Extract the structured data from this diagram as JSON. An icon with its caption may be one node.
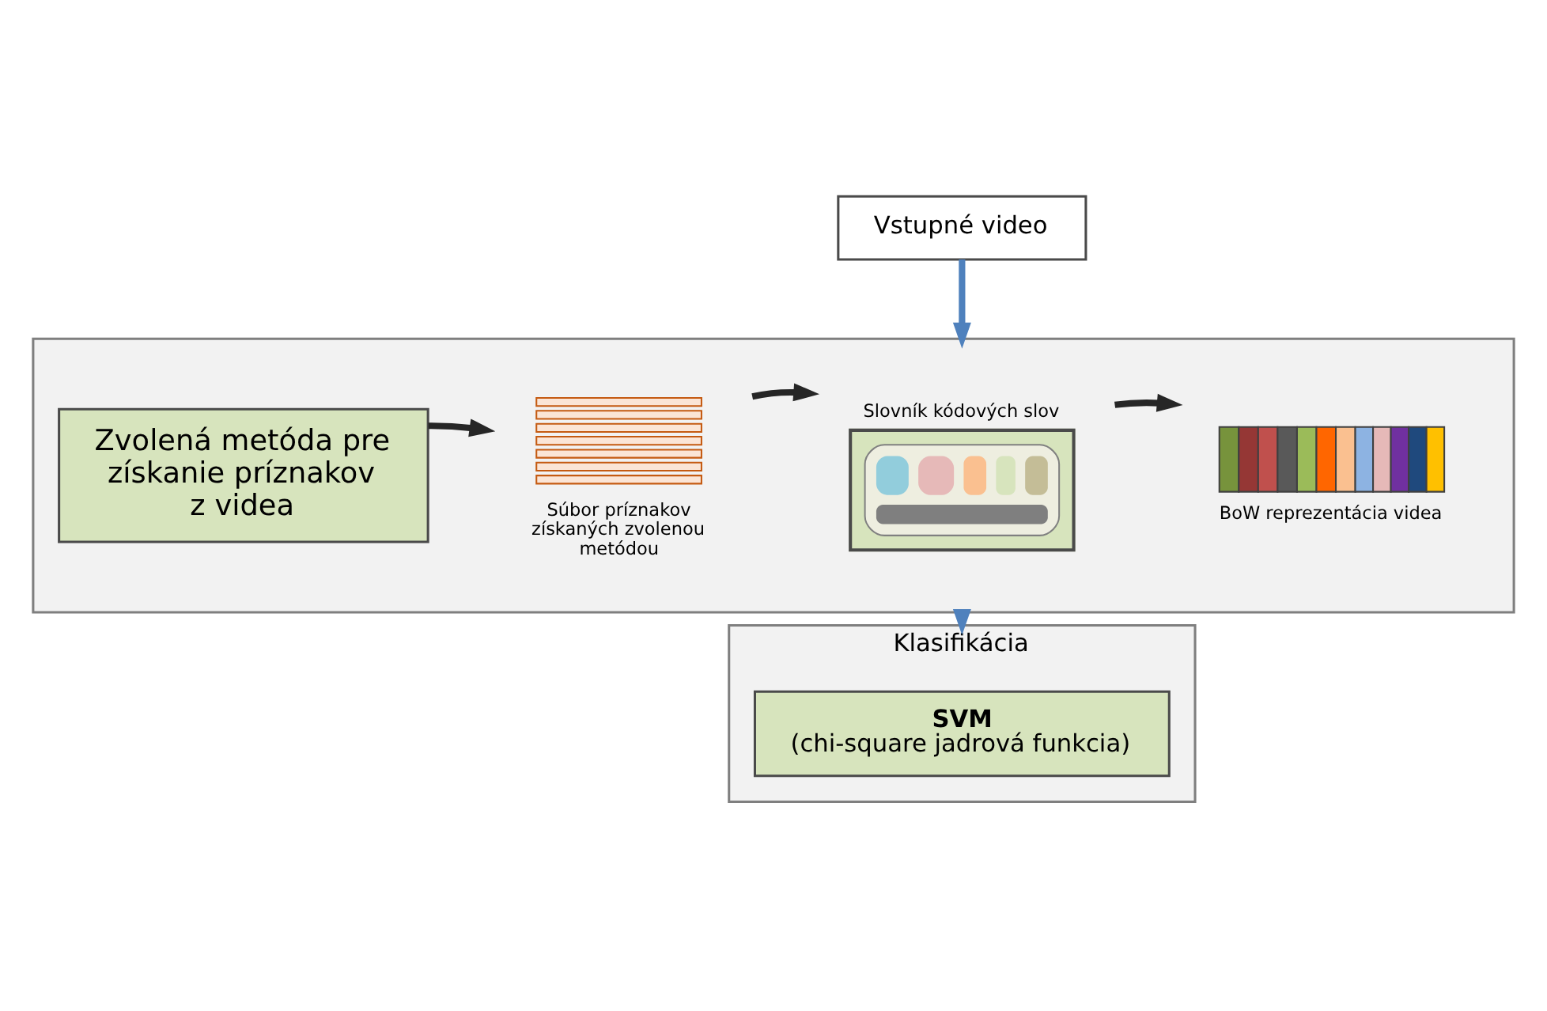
{
  "diagram": {
    "nodes": [
      {
        "text": [
          "Vstupné video"
        ]
      },
      {
        "text": [],
        "shape": "box"
      },
      {
        "text": [
          "Zvolená metóda pre získanie príznakov z videa"
        ],
        "in": 1
      },
      {
        "text": [
          "Súbor príznakov získaných zvolenou metódou"
        ],
        "in": 1
      },
      {
        "text": [
          "Slovník kódových slov"
        ],
        "in": 1
      },
      {
        "text": [
          "BoW reprezentácia videa"
        ],
        "in": 1
      },
      {
        "text": [
          "Klasifikácia"
        ]
      },
      {
        "text": [
          "SVM",
          "(chi-square jadrová funkcia)"
        ],
        "in": 6
      }
    ],
    "edges": [
      {
        "from": 0,
        "to": 1,
        "arrow": "to",
        "color": "#4f81bd"
      },
      {
        "from": 2,
        "to": 3,
        "arrow": "to"
      },
      {
        "from": 3,
        "to": 4,
        "arrow": "to"
      },
      {
        "from": 4,
        "to": 5,
        "arrow": "to"
      },
      {
        "from": 1,
        "to": 6,
        "arrow": "to",
        "color": "#4f81bd"
      }
    ]
  }
}
